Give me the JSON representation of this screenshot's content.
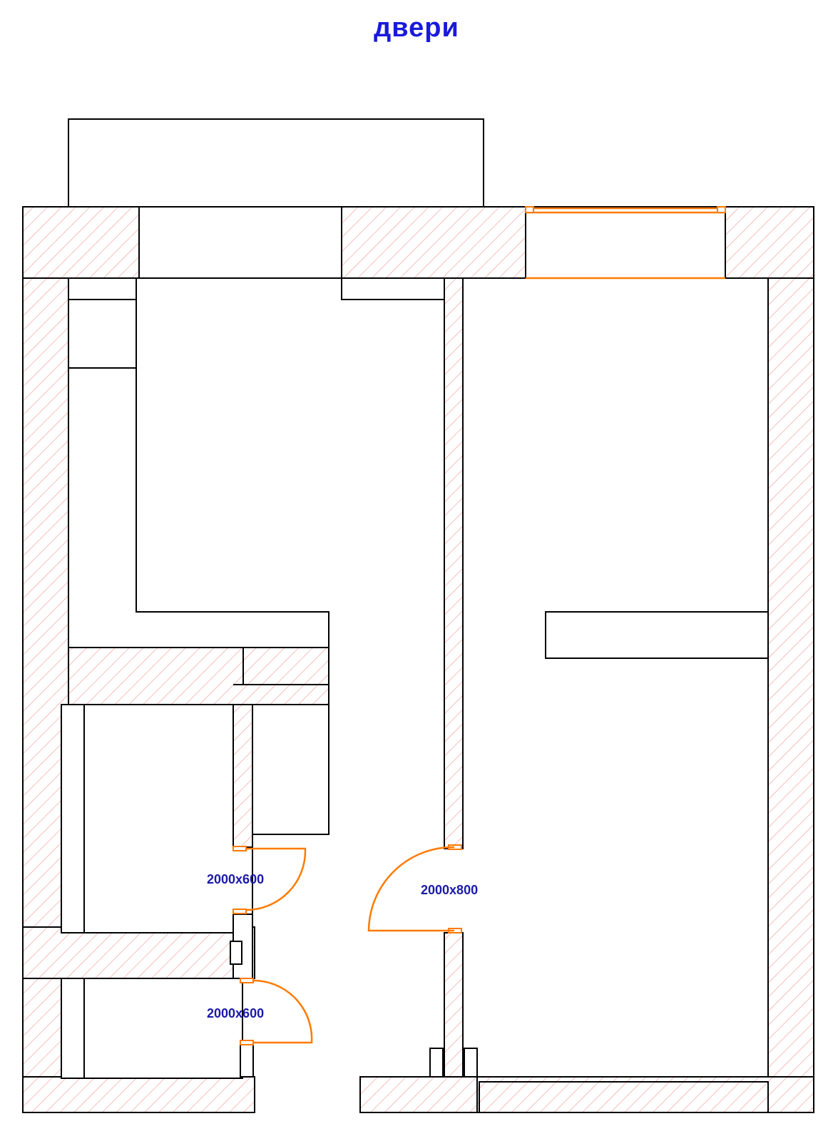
{
  "title": "двери",
  "colors": {
    "title": "#1a1adb",
    "dimension_text": "#1a1aa8",
    "door": "#ff7a00",
    "hatch": "#f4a3a3",
    "wall_line": "#000000"
  },
  "doors": [
    {
      "label": "2000x600"
    },
    {
      "label": "2000x800"
    },
    {
      "label": "2000x600"
    }
  ]
}
